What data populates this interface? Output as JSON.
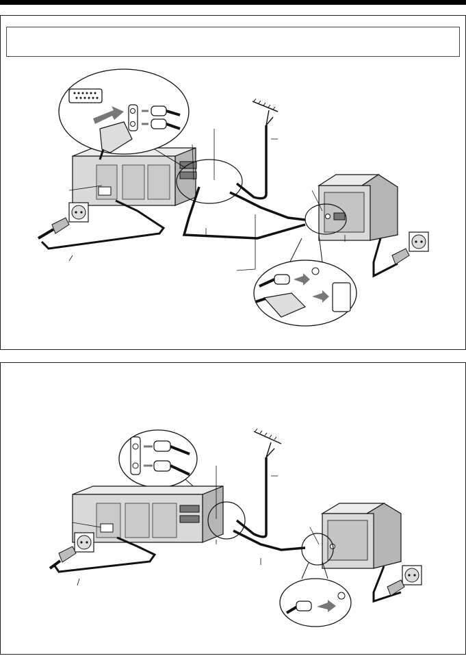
{
  "page": {
    "header_bar_color": "#000000"
  },
  "panel_1": {
    "header_text": "",
    "components": [
      "vcr",
      "aerial",
      "television",
      "wall-socket",
      "wall-socket",
      "scart-cable",
      "rf-cable",
      "aerial-cable"
    ],
    "callout_icons": [
      "scart-socket-icon",
      "scart-plug-icon",
      "rf-plug-icon",
      "rf-socket-icon"
    ]
  },
  "panel_2": {
    "components": [
      "vcr",
      "aerial",
      "television",
      "wall-socket",
      "wall-socket",
      "rf-cable",
      "aerial-cable"
    ],
    "callout_icons": [
      "rf-plug-icon",
      "rf-socket-icon"
    ]
  },
  "colors": {
    "line": "#111111",
    "device_fill": "#d9d9d9",
    "device_shade": "#b5b5b5",
    "dark_fill": "#6b6b6b",
    "arrow": "#777777"
  }
}
